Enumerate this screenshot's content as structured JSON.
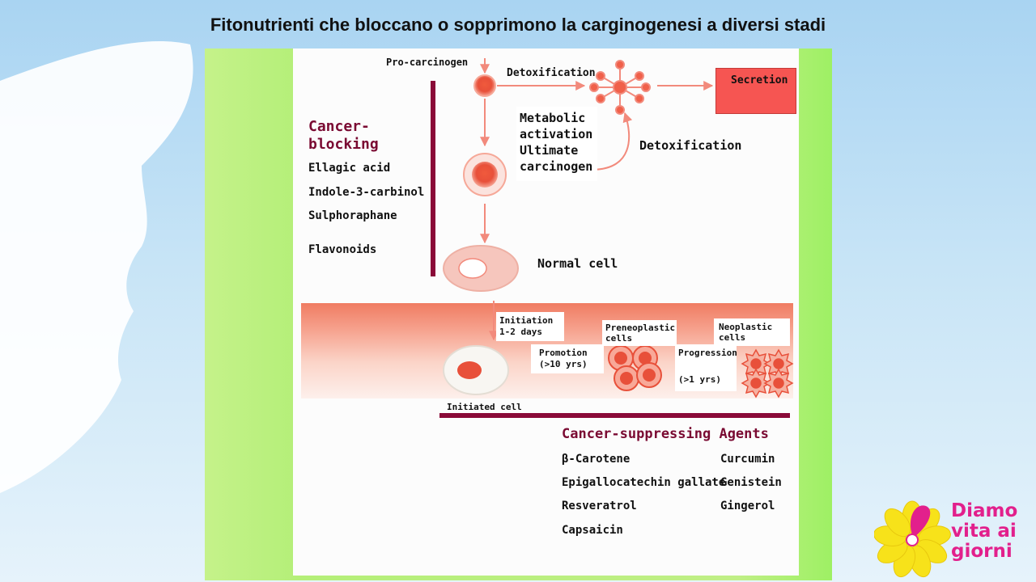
{
  "slide": {
    "title": "Fitonutrienti che bloccano o sopprimono la carginogenesi a diversi stadi"
  },
  "diagram": {
    "pro_carcinogen": "Pro-carcinogen",
    "detoxification_top": "Detoxification",
    "secretion": "Secretion",
    "metabolic_activation": [
      "Metabolic",
      "activation",
      "Ultimate",
      "carcinogen"
    ],
    "detoxification_right": "Detoxification",
    "normal_cell": "Normal cell",
    "initiation": [
      "Initiation",
      "1-2 days"
    ],
    "promotion": [
      "Promotion",
      "(>10 yrs)"
    ],
    "preneoplastic": [
      "Preneoplastic",
      "cells"
    ],
    "progression": "Progression",
    "progression_time": "(>1 yrs)",
    "neoplastic": [
      "Neoplastic",
      "cells"
    ],
    "initiated_cell": "Initiated cell"
  },
  "cancer_blocking": {
    "heading": [
      "Cancer-",
      "blocking"
    ],
    "items": [
      "Ellagic acid",
      "Indole-3-carbinol",
      "Sulphoraphane",
      "Flavonoids"
    ]
  },
  "cancer_suppressing": {
    "heading": "Cancer-suppressing Agents",
    "left_items": [
      "β-Carotene",
      "Epigallocatechin gallate",
      "Resveratrol",
      "Capsaicin"
    ],
    "right_items": [
      "Curcumin",
      "Genistein",
      "Gingerol"
    ]
  },
  "logo": {
    "lines": [
      "Diamo",
      "vita ai",
      "giorni"
    ]
  },
  "colors": {
    "accent_dark_red": "#8a0a38",
    "secretion_red": "#f65552",
    "cell_red": "#e8503a",
    "logo_pink": "#e2208c",
    "logo_yellow": "#f7e21a"
  }
}
